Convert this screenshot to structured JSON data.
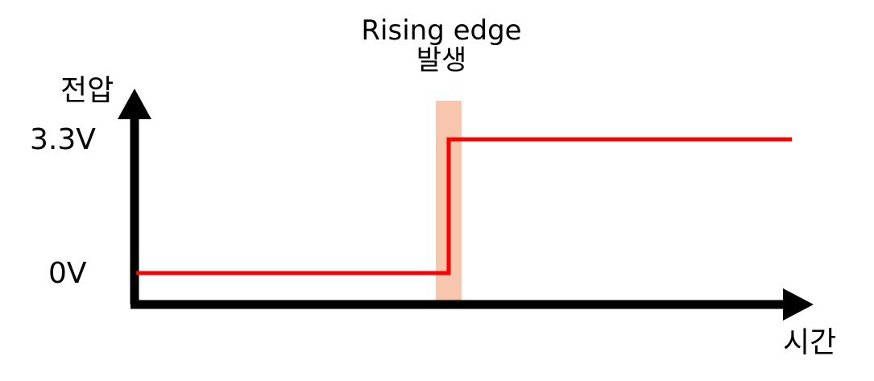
{
  "y_axis_label": "전압",
  "x_axis_label": "시간",
  "levels": {
    "high": "3.3V",
    "low": "0V"
  },
  "annotation": {
    "line1": "Rising edge",
    "line2": "발생"
  },
  "colors": {
    "axis": "#000000",
    "signal": "#ff0000",
    "highlight": "#f8c6ad"
  }
}
